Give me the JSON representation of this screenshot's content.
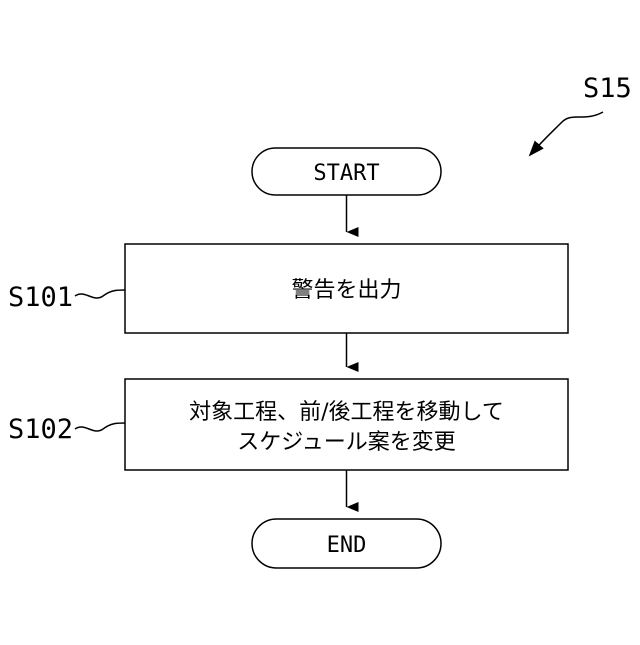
{
  "figure_ref": "S15",
  "nodes": {
    "start": {
      "label": "START"
    },
    "step1": {
      "ref": "S101",
      "label": "警告を出力"
    },
    "step2": {
      "ref": "S102",
      "line1": "対象工程、前/後工程を移動して",
      "line2": "スケジュール案を変更"
    },
    "end": {
      "label": "END"
    }
  }
}
